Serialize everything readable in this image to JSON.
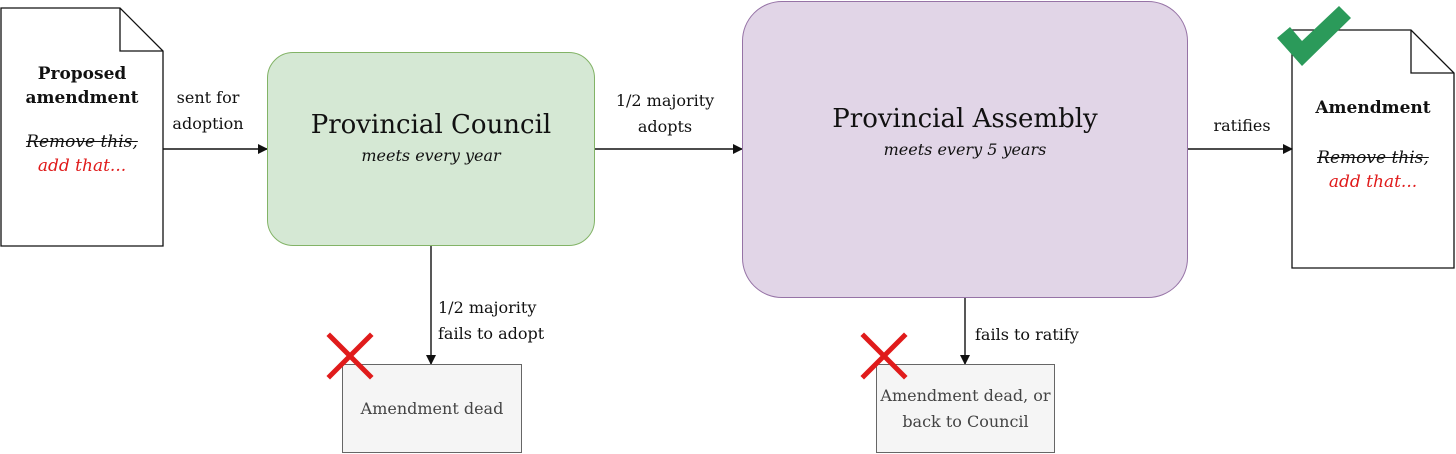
{
  "proposed_doc": {
    "title_line1": "Proposed",
    "title_line2": "amendment",
    "struck_text": "Remove this,",
    "added_text": "add that..."
  },
  "final_doc": {
    "title": "Amendment",
    "struck_text": "Remove this,",
    "added_text": "add that..."
  },
  "council": {
    "title": "Provincial Council",
    "subtitle": "meets every year"
  },
  "assembly": {
    "title": "Provincial Assembly",
    "subtitle": "meets every 5 years"
  },
  "edges": {
    "sent_line1": "sent for",
    "sent_line2": "adoption",
    "adopts_line1": "1/2 majority",
    "adopts_line2": "adopts",
    "ratifies": "ratifies",
    "fails_adopt_line1": "1/2 majority",
    "fails_adopt_line2": "fails to adopt",
    "fails_ratify": "fails to ratify"
  },
  "dead_council": {
    "text": "Amendment dead"
  },
  "dead_assembly": {
    "line1": "Amendment dead, or",
    "line2": "back to Council"
  },
  "icons": {
    "reject": "red-cross-icon",
    "accept": "green-checkmark-icon"
  },
  "colors": {
    "council_fill": "#d5e8d4",
    "council_border": "#82b366",
    "assembly_fill": "#e1d5e7",
    "assembly_border": "#9673a6",
    "added_text": "#e01b1b",
    "cross": "#e01b1b",
    "check": "#2b9a5a"
  }
}
